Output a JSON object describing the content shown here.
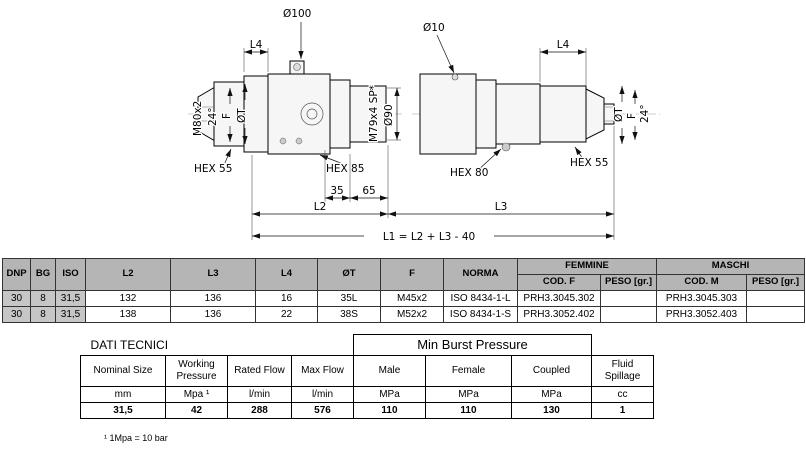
{
  "drawing": {
    "left": {
      "dia_top": "Ø100",
      "l4": "L4",
      "thread_left": "M80x2",
      "angle": "24°",
      "bore": "F",
      "tube_dia": "ØT",
      "thread_right": "M79x4 SP*",
      "dia_right": "Ø90",
      "hex_front": "HEX 55",
      "hex_body": "HEX 85",
      "dim_35": "35",
      "dim_65": "65",
      "l2": "L2"
    },
    "right": {
      "dia_pin": "Ø10",
      "l4": "L4",
      "tube_dia": "ØT",
      "bore": "F",
      "angle": "24°",
      "hex_body": "HEX 80",
      "hex_front": "HEX 55",
      "l3": "L3"
    },
    "l1_formula": "L1 = L2 + L3 - 40"
  },
  "main_table": {
    "col_headers": [
      "DNP",
      "BG",
      "ISO",
      "L2",
      "L3",
      "L4",
      "ØT",
      "F",
      "NORMA"
    ],
    "group_headers": {
      "femmine": "FEMMINE",
      "maschi": "MASCHI"
    },
    "sub_headers": {
      "cod_f": "COD. F",
      "peso_f": "PESO [gr.]",
      "cod_m": "COD. M",
      "peso_m": "PESO [gr.]"
    },
    "rows": [
      [
        "30",
        "8",
        "31,5",
        "132",
        "136",
        "16",
        "35L",
        "M45x2",
        "ISO 8434-1-L",
        "PRH3.3045.302",
        "",
        "PRH3.3045.303",
        ""
      ],
      [
        "30",
        "8",
        "31,5",
        "138",
        "136",
        "22",
        "38S",
        "M52x2",
        "ISO 8434-1-S",
        "PRH3.3052.402",
        "",
        "PRH3.3052.403",
        ""
      ]
    ]
  },
  "tech_table": {
    "title": "DATI TECNICI",
    "burst_title": "Min Burst Pressure",
    "columns": [
      "Nominal Size",
      "Working Pressure",
      "Rated Flow",
      "Max Flow",
      "Male",
      "Female",
      "Coupled",
      "Fluid Spillage"
    ],
    "units": [
      "mm",
      "Mpa ¹",
      "l/min",
      "l/min",
      "MPa",
      "MPa",
      "MPa",
      "cc"
    ],
    "values": [
      "31,5",
      "42",
      "288",
      "576",
      "110",
      "110",
      "130",
      "1"
    ],
    "footnote": "¹ 1Mpa = 10 bar"
  }
}
